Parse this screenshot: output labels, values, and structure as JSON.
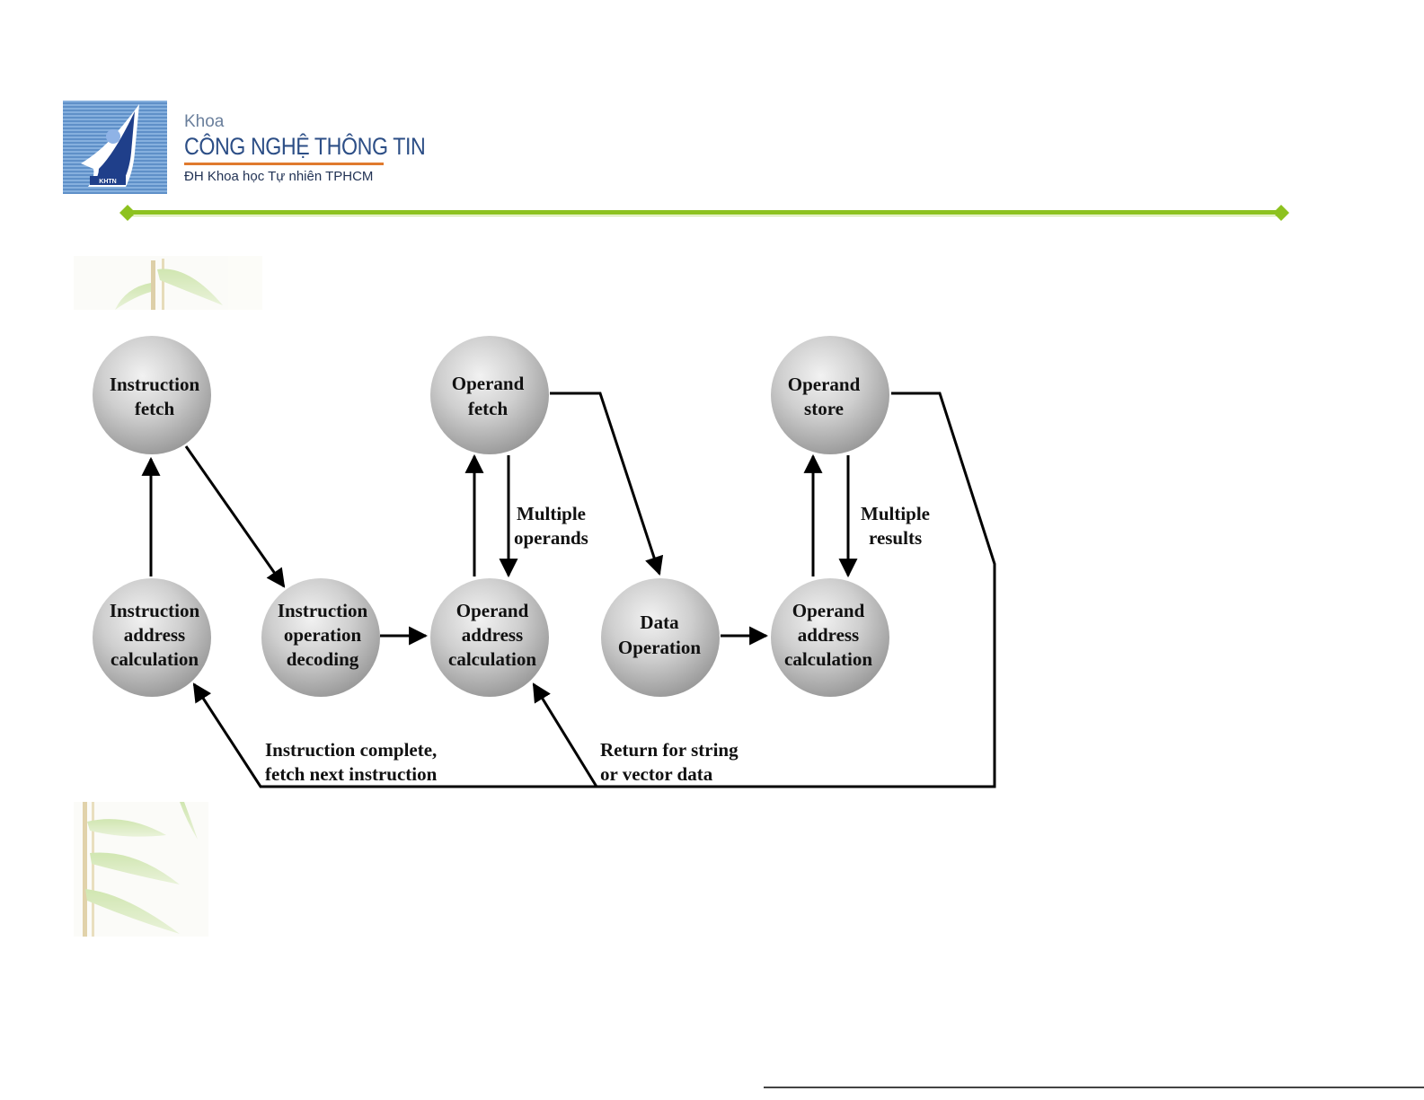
{
  "header": {
    "logo_emblem_text": "KHTN",
    "faculty_prefix": "Khoa",
    "faculty_name": "CÔNG NGHỆ THÔNG TIN",
    "university": "ĐH Khoa học Tự nhiên TPHCM",
    "rule_color": "#8dc21f"
  },
  "diagram": {
    "nodes": {
      "instruction_fetch": [
        "Instruction",
        "fetch"
      ],
      "instruction_address_calculation": [
        "Instruction",
        "address",
        "calculation"
      ],
      "instruction_operation_decoding": [
        "Instruction",
        "operation",
        "decoding"
      ],
      "operand_fetch": [
        "Operand",
        "fetch"
      ],
      "operand_address_calculation_1": [
        "Operand",
        "address",
        "calculation"
      ],
      "data_operation": [
        "Data",
        "Operation"
      ],
      "operand_store": [
        "Operand",
        "store"
      ],
      "operand_address_calculation_2": [
        "Operand",
        "address",
        "calculation"
      ]
    },
    "edge_labels": {
      "multiple_operands": [
        "Multiple",
        "operands"
      ],
      "multiple_results": [
        "Multiple",
        "results"
      ],
      "instruction_complete": [
        "Instruction complete,",
        "fetch next instruction"
      ],
      "return_for_string": [
        "Return for string",
        "or vector data"
      ]
    }
  }
}
